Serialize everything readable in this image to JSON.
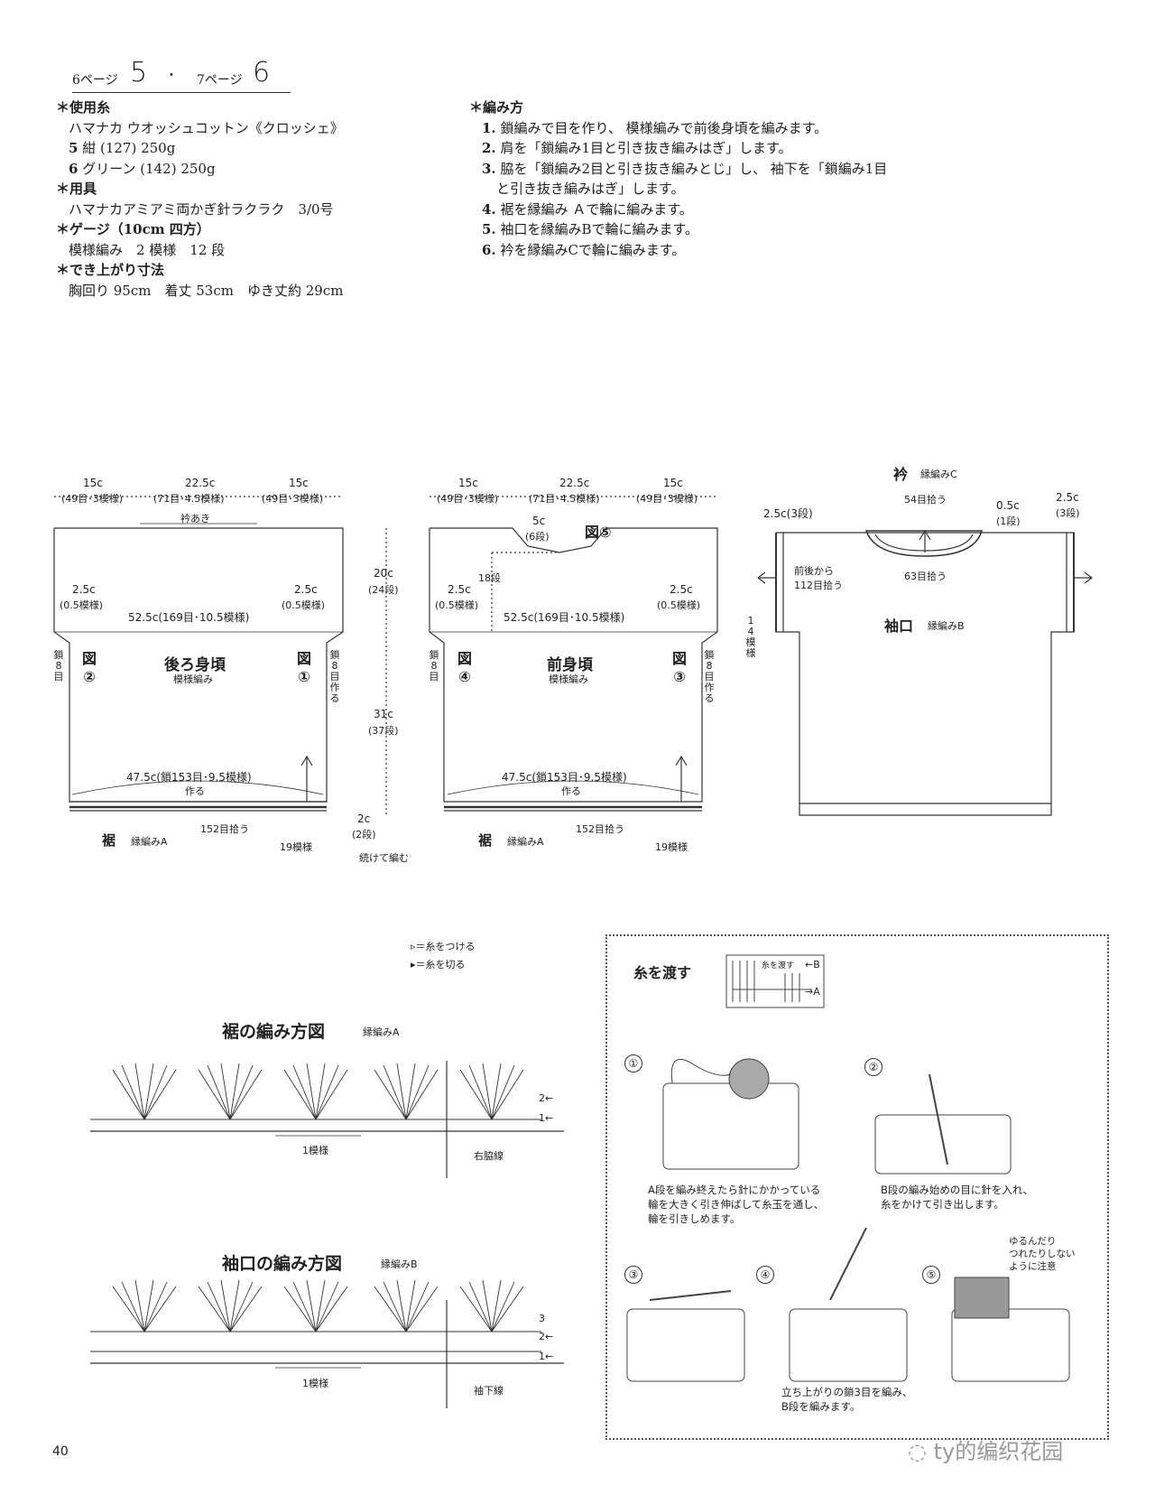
{
  "header": {
    "page_a": "6ページ",
    "pattern_a": "5",
    "sep": "・",
    "page_b": "7ページ",
    "pattern_b": "6"
  },
  "specs": {
    "yarn_h": "＊使用糸",
    "yarn_name": "ハマナカ ウオッシュコットン《クロッシェ》",
    "yarn_5_num": "5",
    "yarn_5": "紺 (127) 250g",
    "yarn_6_num": "6",
    "yarn_6": "グリーン (142) 250g",
    "tools_h": "＊用具",
    "tools": "ハマナカアミアミ両かぎ針ラクラク　3/0号",
    "gauge_h": "＊ゲージ（10cm 四方）",
    "gauge": "模様編み　2 模様　12 段",
    "size_h": "＊でき上がり寸法",
    "size": "胸回り 95cm　着丈 53cm　ゆき丈約 29cm"
  },
  "method": {
    "h": "＊編み方",
    "steps": [
      {
        "n": "1.",
        "t": "鎖編みで目を作り、 模様編みで前後身頃を編みます。"
      },
      {
        "n": "2.",
        "t": "肩を「鎖編み1目と引き抜き編みはぎ」します。"
      },
      {
        "n": "3.",
        "t": "脇を「鎖編み2目と引き抜き編みとじ」し、 袖下を「鎖編み1目"
      },
      {
        "n": "",
        "t": "と引き抜き編みはぎ」します。"
      },
      {
        "n": "4.",
        "t": "裾を縁編み Ａで輪に編みます。"
      },
      {
        "n": "5.",
        "t": "袖口を縁編みBで輪に編みます。"
      },
      {
        "n": "6.",
        "t": "衿を縁編みCで輪に編みます。"
      }
    ]
  },
  "back": {
    "d1": "15c",
    "d1s": "(49目･3模様)",
    "d2": "22.5c",
    "d2s": "(71目･4.5模様)",
    "d3": "15c",
    "d3s": "(49目･3模様)",
    "neck": "衿あき",
    "l1": "2.5c",
    "l1s": "(0.5模様)",
    "r1": "2.5c",
    "r1s": "(0.5模様)",
    "width": "52.5c(169目･10.5模様)",
    "title": "後ろ身頃",
    "sub": "模様編み",
    "fig_l": "図",
    "fig_l_n": "②",
    "fig_r": "図",
    "fig_r_n": "①",
    "side_l": "鎖8目",
    "side_r": "鎖8目作る",
    "bottom": "47.5c(鎖153目･9.5模様)",
    "bottom_s": "作る",
    "hem": "裾",
    "hem_sub": "縁編みA",
    "pick": "152目拾う",
    "rows": "19模様"
  },
  "mid": {
    "h1": "20c",
    "h1s": "(24段)",
    "h2": "31c",
    "h2s": "(37段)",
    "h3": "2c",
    "h3s": "(2段)",
    "cont": "続けて編む"
  },
  "front": {
    "d1": "15c",
    "d1s": "(49目･3模様)",
    "d2": "22.5c",
    "d2s": "(71目･4.5模様)",
    "d3": "15c",
    "d3s": "(49目･3模様)",
    "neck_d": "5c",
    "neck_ds": "(6段)",
    "fig5": "図⑤",
    "r18": "18段",
    "l1": "2.5c",
    "l1s": "(0.5模様)",
    "r1": "2.5c",
    "r1s": "(0.5模様)",
    "width": "52.5c(169目･10.5模様)",
    "title": "前身頃",
    "sub": "模様編み",
    "fig_l": "図",
    "fig_l_n": "④",
    "fig_r": "図",
    "fig_r_n": "③",
    "side_l": "鎖8目",
    "side_r": "鎖8目作る",
    "bottom": "47.5c(鎖153目･9.5模様)",
    "bottom_s": "作る",
    "hem": "裾",
    "hem_sub": "縁編みA",
    "pick": "152目拾う",
    "rows": "19模様"
  },
  "assembly": {
    "collar": "衿",
    "collar_sub": "縁編みC",
    "p54": "54目拾う",
    "p63": "63目拾う",
    "d05": "0.5c",
    "d05s": "(1段)",
    "l25": "2.5c(3段)",
    "r25": "2.5c",
    "r25s": "(3段)",
    "pickup": "前後から",
    "pickup2": "112目拾う",
    "rows14": "14模様",
    "cuff": "袖口",
    "cuff_sub": "縁編みB"
  },
  "legend": {
    "attach": "＝糸をつける",
    "cut": "＝糸を切る"
  },
  "chartA": {
    "title": "裾の編み方図",
    "sub": "縁編みA",
    "repeat": "1模様",
    "side": "右脇線",
    "r2": "2←",
    "r1": "1←"
  },
  "chartB": {
    "title": "袖口の編み方図",
    "sub": "縁編みB",
    "repeat": "1模様",
    "side": "袖下線",
    "r3": "3",
    "r2": "2←",
    "r1": "1←"
  },
  "tip": {
    "title": "糸を渡す",
    "mini_label": "糸を渡す",
    "mini_b": "←B",
    "mini_a": "→A",
    "s1": "①",
    "c1a": "A段を編み終えたら針にかかっている",
    "c1b": "輪を大きく引き伸ばして糸玉を通し、",
    "c1c": "輪を引きしめます。",
    "s2": "②",
    "c2a": "B段の編み始めの目に針を入れ、",
    "c2b": "糸をかけて引き出します。",
    "s3": "③",
    "s4": "④",
    "c4a": "立ち上がりの鎖3目を編み、",
    "c4b": "B段を編みます。",
    "s5": "⑤",
    "c5a": "ゆるんだり",
    "c5b": "つれたりしない",
    "c5c": "ように注意"
  },
  "page_number": "40",
  "watermark": "ty的编织花园"
}
